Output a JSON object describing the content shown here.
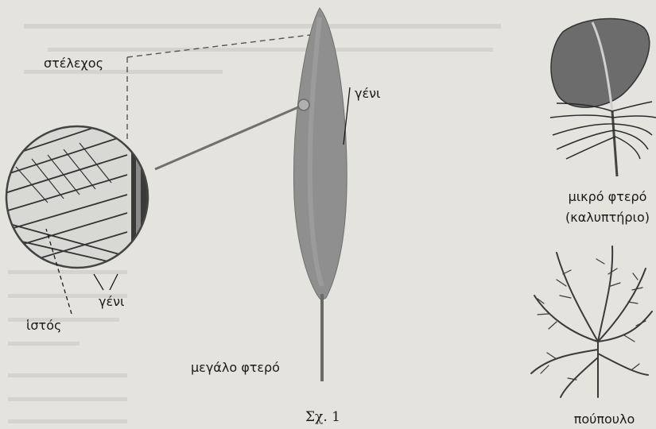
{
  "labels": {
    "stem": "στέλεχος",
    "vane_right": "γένι",
    "vane_left": "γένι",
    "web": "ἱστός",
    "large_feather": "μεγάλο φτερό",
    "small_feather_line1": "μικρό φτερό",
    "small_feather_line2": "(καλυπτήριο)",
    "down_feather": "πούπουλο",
    "figure_caption": "Σχ. 1"
  },
  "colors": {
    "background": "#e4e3de",
    "feather_fill": "#8f8f8f",
    "ink": "#1a1a1a"
  }
}
